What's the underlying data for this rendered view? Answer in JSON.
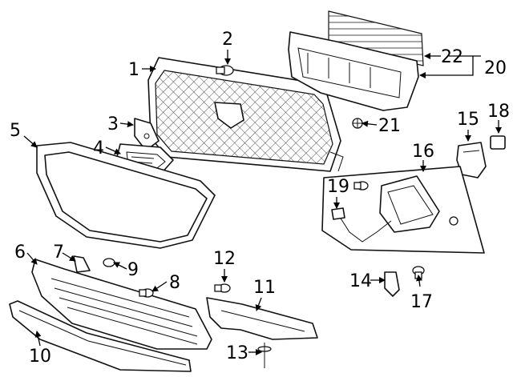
{
  "callouts": {
    "c1": "1",
    "c2": "2",
    "c3": "3",
    "c4": "4",
    "c5": "5",
    "c6": "6",
    "c7": "7",
    "c8": "8",
    "c9": "9",
    "c10": "10",
    "c11": "11",
    "c12": "12",
    "c13": "13",
    "c14": "14",
    "c15": "15",
    "c16": "16",
    "c17": "17",
    "c18": "18",
    "c19": "19",
    "c20": "20",
    "c21": "21",
    "c22": "22"
  },
  "colors": {
    "line": "#111111",
    "background": "#ffffff"
  }
}
